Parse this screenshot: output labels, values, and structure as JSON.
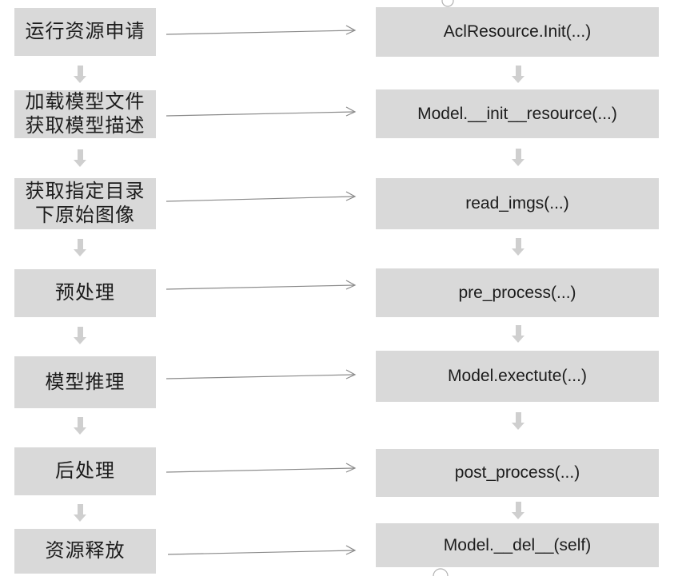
{
  "flow": {
    "title_semantic": "Inference pipeline step to API mapping",
    "steps": [
      {
        "step": "运行资源申请",
        "function": "AclResource.Init(...)"
      },
      {
        "step": "加载模型文件\n获取模型描述",
        "function": "Model.__init__resource(...)"
      },
      {
        "step": "获取指定目录\n下原始图像",
        "function": "read_imgs(...)"
      },
      {
        "step": "预处理",
        "function": "pre_process(...)"
      },
      {
        "step": "模型推理",
        "function": "Model.exectute(...)"
      },
      {
        "step": "后处理",
        "function": "post_process(...)"
      },
      {
        "step": "资源释放",
        "function": "Model.__del__(self)"
      }
    ],
    "colors": {
      "box_fill": "#d9d9d9",
      "text": "#1c1c1c",
      "down_arrow": "#cfcfcf",
      "mapping_arrow": "#8a8a8a",
      "connector_circle": "#b0b0b0"
    }
  }
}
